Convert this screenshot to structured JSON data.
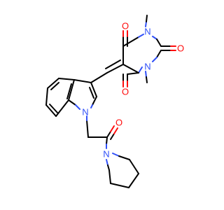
{
  "molecule": {
    "labels": {
      "n_methyl_top": "N",
      "n_methyl_bottom": "N",
      "n_indole": "N",
      "n_pyrrolidine": "N",
      "o_top": "O",
      "o_right": "O",
      "o_bottom": "O",
      "o_amide": "O"
    },
    "colors": {
      "bond": "#000000",
      "oxygen": "#ff0d0d",
      "nitrogen": "#3050f8",
      "background": "#ffffff"
    }
  }
}
